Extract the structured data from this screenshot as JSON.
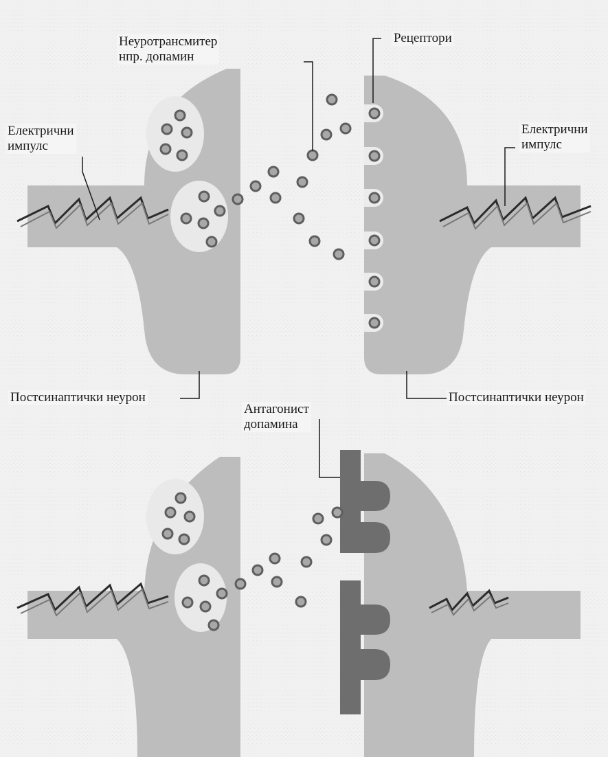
{
  "labels": {
    "neurotransmitter": {
      "line1": "Неуротрансмитер",
      "line2": "нпр. допамин"
    },
    "receptors": "Рецептори",
    "impulse_left": {
      "line1": "Електрични",
      "line2": "импулс"
    },
    "impulse_right": {
      "line1": "Електрични",
      "line2": "импулс"
    },
    "postsynaptic_left": "Постсинаптички неурон",
    "postsynaptic_right": "Постсинаптички неурон",
    "antagonist": {
      "line1": "Антагонист",
      "line2": "допамина"
    }
  },
  "colors": {
    "background": "#f3f3f3",
    "neuron": "#bdbdbd",
    "neuron_dark": "#9a9a9a",
    "vesicle": "#e9e9e9",
    "molecule_fill": "#a8a8a8",
    "molecule_ring": "#5e5e5e",
    "antagonist": "#6e6e6e",
    "impulse": "#2b2b2b"
  }
}
